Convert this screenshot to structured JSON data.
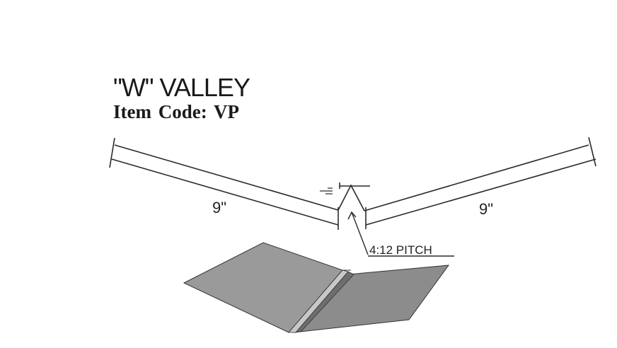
{
  "title": "\"W\" VALLEY",
  "item_code": "Item Code:  VP",
  "dimensions": {
    "left_leg": "9\"",
    "right_leg": "9\""
  },
  "pitch_label": "4:12 PITCH",
  "colors": {
    "line": "#2a2a2a",
    "panel_left": "#9a9a9a",
    "panel_right": "#8c8c8c",
    "rib_light": "#c8c8c8",
    "rib_dark": "#6e6e6e"
  }
}
